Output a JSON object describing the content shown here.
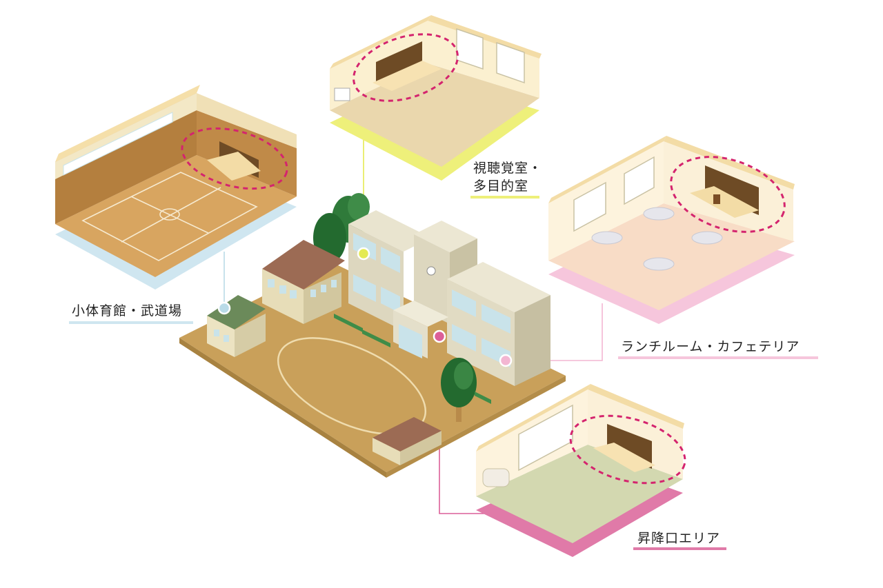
{
  "labels": {
    "gym": "小体育館・武道場",
    "av_line1": "視聴覚室・",
    "av_line2": "多目的室",
    "cafe": "ランチルーム・カフェテリア",
    "entrance": "昇降口エリア"
  },
  "colors": {
    "gym_accent": "#cfe6f0",
    "gym_dot": "#b9dbe8",
    "av_accent": "#eef07a",
    "av_dot": "#e4ea52",
    "cafe_accent": "#f6c6dc",
    "cafe_dot": "#f3b6d2",
    "entrance_accent": "#e07aa8",
    "entrance_dot": "#dc5f98",
    "highlight_ellipse": "#d4246e",
    "ground": "#c9a05a",
    "building": "#ddd7bf"
  }
}
